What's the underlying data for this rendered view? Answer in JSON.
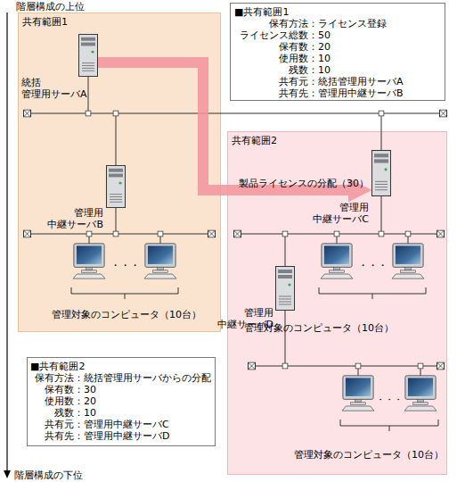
{
  "diagram": {
    "nodes": [
      {
        "text": [
          "共有範囲1"
        ]
      },
      {
        "text": [
          "■共有範囲1",
          "保有方法：ライセンス登録",
          "ライセンス総数：50",
          "保有数：20",
          "使用数：10",
          "残数：10",
          "共有元：統括管理用サーバA",
          "共有先：管理用中継サーバB"
        ]
      },
      {
        "text": [
          "統括 管理用サーバA"
        ],
        "in": 0
      },
      {
        "text": [
          "管理用 中継サーバB"
        ],
        "in": 0
      },
      {
        "text": [
          "共有範囲2"
        ]
      },
      {
        "text": [
          "管理用 中継サーバC"
        ],
        "in": 4
      },
      {
        "text": [
          "管理用 中継サーバD"
        ],
        "in": 4
      },
      {
        "text": [
          "■共有範囲2",
          "保有方法：統括管理用サーバからの分配",
          "保有数：30",
          "使用数：20",
          "残数：10",
          "共有元：管理用中継サーバC",
          "共有先：管理用中継サーバD"
        ]
      }
    ],
    "edges": [
      {
        "from": 2,
        "to": 5,
        "arrow": "to",
        "label": "製品ライセンスの分配（30）"
      }
    ],
    "labels": [
      "階層構成の上位",
      "階層構成の下位",
      "・・・",
      "管理対象のコンピュータ（10台）",
      "・・・",
      "管理対象のコンピュータ（10台）",
      "・・・",
      "管理対象のコンピュータ（10台）"
    ]
  }
}
